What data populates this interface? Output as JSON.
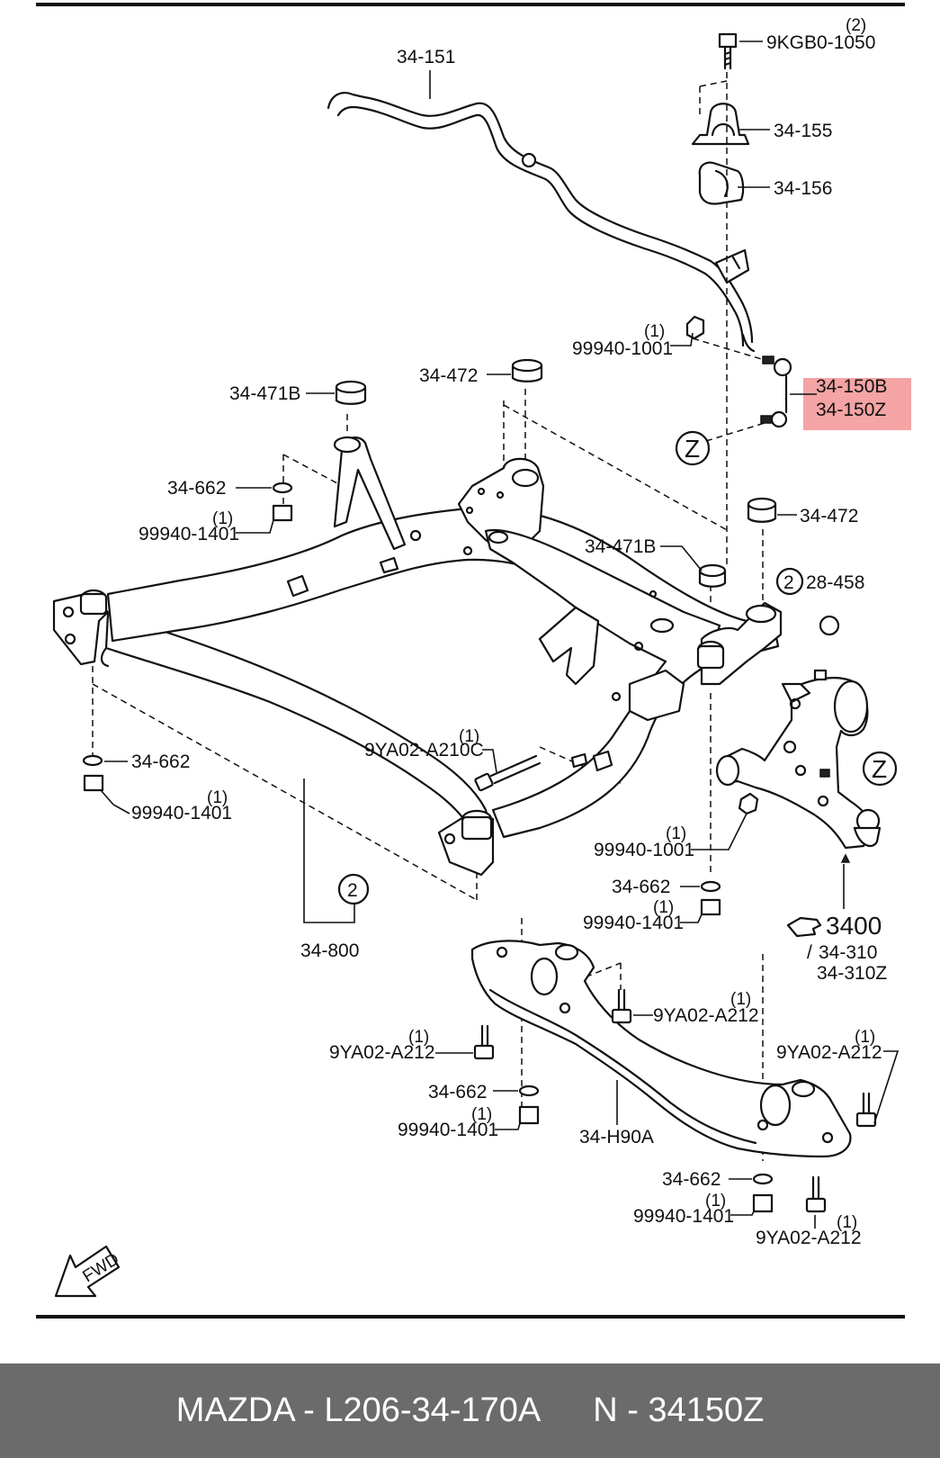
{
  "diagram": {
    "parts": {
      "stabilizer_bar": "34-151",
      "bolt_top": "9KGB0-1050",
      "bolt_top_qty": "(2)",
      "bracket": "34-155",
      "bushing": "34-156",
      "nut_link": "99940-1001",
      "nut_link_qty": "(1)",
      "link_b": "34-150B",
      "link_z": "34-150Z",
      "mount_left": "34-471B",
      "mount_center": "34-472",
      "mount_right": "34-472",
      "mount_mid": "34-471B",
      "washer_left": "34-662",
      "nut_left": "99940-1401",
      "nut_left_qty": "(1)",
      "callout_2_label": "28-458",
      "bolt_center": "9YA02-A210C",
      "bolt_center_qty": "(1)",
      "washer_lower_left": "34-662",
      "nut_lower_left": "99940-1401",
      "nut_lower_left_qty": "(1)",
      "nut_arm": "99940-1001",
      "nut_arm_qty": "(1)",
      "washer_mid": "34-662",
      "nut_mid": "99940-1401",
      "nut_mid_qty": "(1)",
      "crossmember": "34-800",
      "control_arm_ref": "3400",
      "control_arm_a": "34-310",
      "control_arm_b": "34-310Z",
      "brace_bolt_a": "9YA02-A212",
      "brace_bolt_a_qty": "(1)",
      "brace_bolt_b": "9YA02-A212",
      "brace_bolt_b_qty": "(1)",
      "brace_bolt_c": "9YA02-A212",
      "brace_bolt_c_qty": "(1)",
      "brace_bolt_d": "9YA02-A212",
      "brace_bolt_d_qty": "(1)",
      "washer_bottom_a": "34-662",
      "nut_bottom_a": "99940-1401",
      "nut_bottom_a_qty": "(1)",
      "washer_bottom_b": "34-662",
      "nut_bottom_b": "99940-1401",
      "nut_bottom_b_qty": "(1)",
      "brace": "34-H90A"
    },
    "callouts": {
      "two": "2",
      "zee": "Z"
    },
    "fwd_label": "FWD",
    "highlight_color": "#eb5a5a"
  },
  "footer": {
    "part_text": "MAZDA - L206-34-170A",
    "number_text": "N - 34150Z"
  }
}
